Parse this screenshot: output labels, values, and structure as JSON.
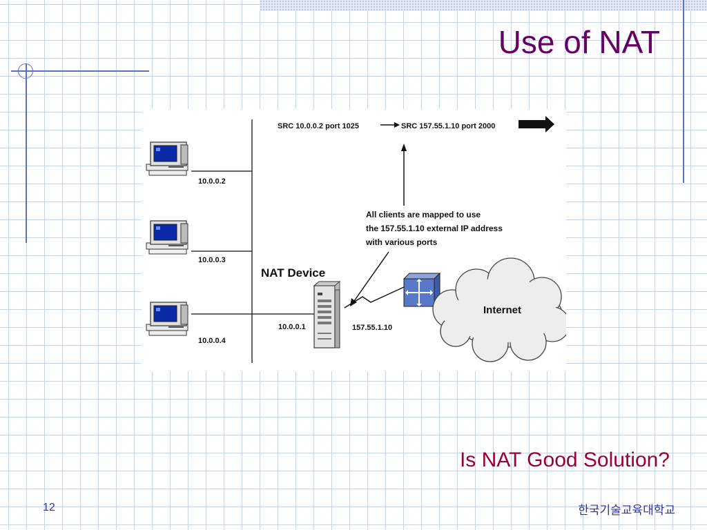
{
  "slide": {
    "title": "Use of NAT",
    "question": "Is NAT Good Solution?",
    "page_number": "12",
    "footer": "한국기술교육대학교"
  },
  "diagram": {
    "src_before": "SRC 10.0.0.2 port 1025",
    "src_after": "SRC 157.55.1.10 port 2000",
    "note_line1": "All clients are mapped to use",
    "note_line2": "the 157.55.1.10 external IP address",
    "note_line3": "with various ports",
    "nat_label": "NAT Device",
    "nat_internal_ip": "10.0.0.1",
    "nat_external_ip": "157.55.1.10",
    "internet_label": "Internet",
    "clients": [
      {
        "ip": "10.0.0.2"
      },
      {
        "ip": "10.0.0.3"
      },
      {
        "ip": "10.0.0.4"
      }
    ]
  },
  "colors": {
    "title": "#660066",
    "question": "#990033",
    "footer": "#333399",
    "grid": "#c9d3e6",
    "accent_line": "#5b6fc9"
  }
}
